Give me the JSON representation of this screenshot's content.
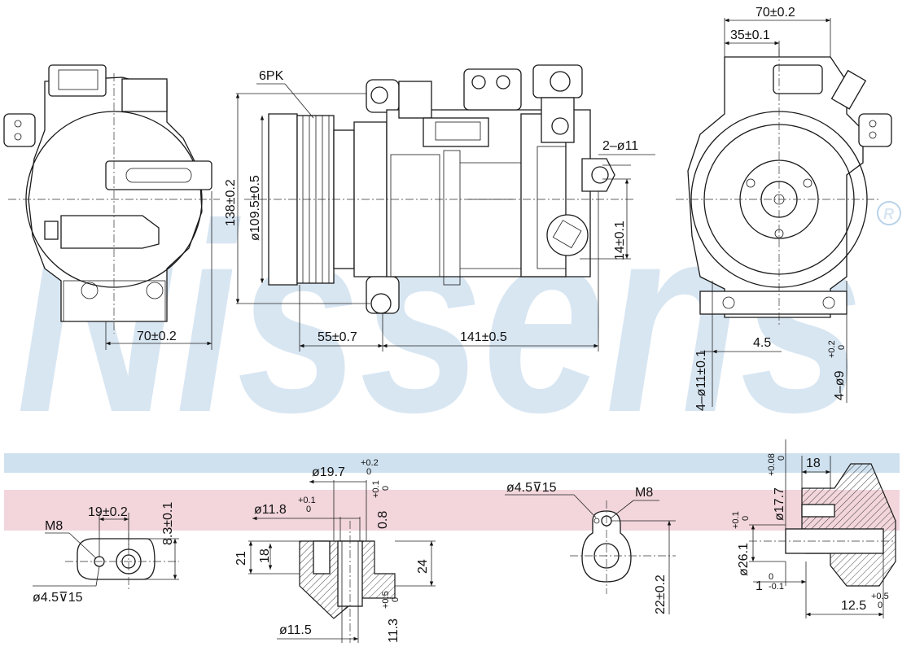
{
  "brand": {
    "watermark": "Nissens",
    "registered": "®"
  },
  "colors": {
    "watermark": "#b9d3e8",
    "blue_band": "#cfe1ef",
    "red_band": "#f2d6dc",
    "lines": "#1a1a1a"
  },
  "dims": {
    "left_width": "70±0.2",
    "pulley": "6PK",
    "height": "138±0.2",
    "pulley_dia": "ø109.5±0.5",
    "pulley_offset": "55±0.7",
    "length": "141±0.5",
    "mount_holes": "2–ø11",
    "mount_offset": "14±0.1",
    "right_width": "70±0.2",
    "right_half": "35±0.1",
    "holes_11": "4–ø11±0.1",
    "spacing": "4.5",
    "holes_9": "4–ø9",
    "holes_9_tol_up": "+0.2",
    "holes_9_tol_lo": "0"
  },
  "details": {
    "d1": {
      "thread": "M8",
      "spacing": "19±0.2",
      "height": "8.3±0.1",
      "hole": "ø4.5⊽15"
    },
    "d2": {
      "outer": "ø19.7",
      "outer_tol_up": "+0.2",
      "outer_tol_lo": "0",
      "mid": "ø11.8",
      "mid_tol_up": "+0.1",
      "mid_tol_lo": "0",
      "depth": "0.8",
      "depth_tol_up": "+0.1",
      "depth_tol_lo": "0",
      "h21": "21",
      "h18": "18",
      "h24": "24",
      "bore": "ø11.5",
      "bore_depth": "11.3",
      "bore_tol_up": "+0.5",
      "bore_tol_lo": "0"
    },
    "d3": {
      "hole": "ø4.5⊽15",
      "thread": "M8",
      "height": "22±0.2"
    },
    "d4": {
      "top": "ø17.7",
      "top_tol_up": "+0.08",
      "top_tol_lo": "0",
      "width": "18",
      "dia": "ø26.1",
      "dia_tol_up": "+0.1",
      "dia_tol_lo": "0",
      "offset": "1",
      "offset_tol_up": "0",
      "offset_tol_lo": "-0.1",
      "depth": "12.5",
      "depth_tol_up": "+0.5",
      "depth_tol_lo": "0"
    }
  }
}
